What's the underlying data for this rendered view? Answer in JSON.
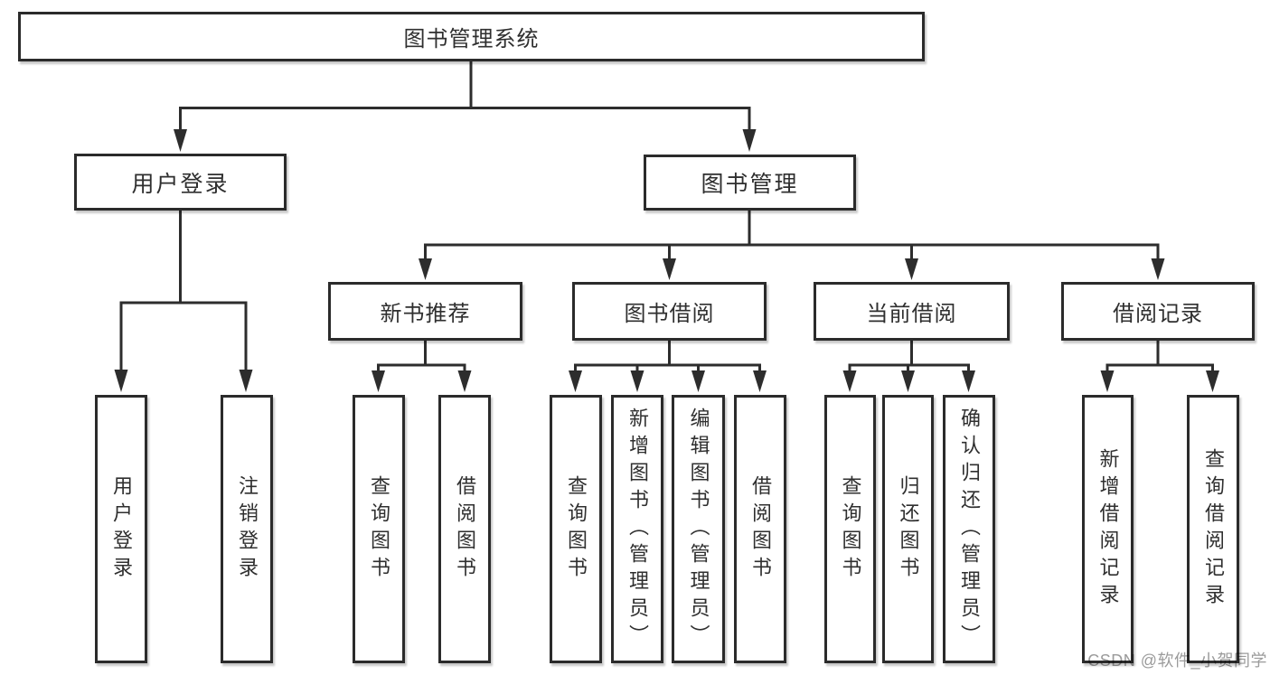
{
  "nodes": {
    "root": {
      "label": "图书管理系统"
    },
    "level2": [
      {
        "label": "用户登录"
      },
      {
        "label": "图书管理"
      }
    ],
    "level3": [
      {
        "label": "新书推荐"
      },
      {
        "label": "图书借阅"
      },
      {
        "label": "当前借阅"
      },
      {
        "label": "借阅记录"
      }
    ],
    "leaves": [
      {
        "label": "用户登录",
        "parent": "用户登录"
      },
      {
        "label": "注销登录",
        "parent": "用户登录"
      },
      {
        "label": "查询图书",
        "parent": "新书推荐"
      },
      {
        "label": "借阅图书",
        "parent": "新书推荐"
      },
      {
        "label": "查询图书",
        "parent": "图书借阅"
      },
      {
        "label": "新增图书（管理员）",
        "parent": "图书借阅"
      },
      {
        "label": "编辑图书（管理员）",
        "parent": "图书借阅"
      },
      {
        "label": "借阅图书",
        "parent": "图书借阅"
      },
      {
        "label": "查询图书",
        "parent": "当前借阅"
      },
      {
        "label": "归还图书",
        "parent": "当前借阅"
      },
      {
        "label": "确认归还（管理员）",
        "parent": "当前借阅"
      },
      {
        "label": "新增借阅记录",
        "parent": "借阅记录"
      },
      {
        "label": "查询借阅记录",
        "parent": "借阅记录"
      }
    ]
  },
  "hierarchy": {
    "图书管理系统": [
      "用户登录",
      "图书管理"
    ],
    "用户登录": [
      "用户登录",
      "注销登录"
    ],
    "图书管理": [
      "新书推荐",
      "图书借阅",
      "当前借阅",
      "借阅记录"
    ],
    "新书推荐": [
      "查询图书",
      "借阅图书"
    ],
    "图书借阅": [
      "查询图书",
      "新增图书（管理员）",
      "编辑图书（管理员）",
      "借阅图书"
    ],
    "当前借阅": [
      "查询图书",
      "归还图书",
      "确认归还（管理员）"
    ],
    "借阅记录": [
      "新增借阅记录",
      "查询借阅记录"
    ]
  },
  "watermark": {
    "text": "CSDN @软件_小贺同学",
    "color": "#9b9b9b"
  },
  "colors": {
    "background": "#ffffff",
    "box_border": "#2b2b2b",
    "line": "#2d2d2d",
    "text": "#2f2f2f",
    "watermark": "#9b9b9b"
  }
}
